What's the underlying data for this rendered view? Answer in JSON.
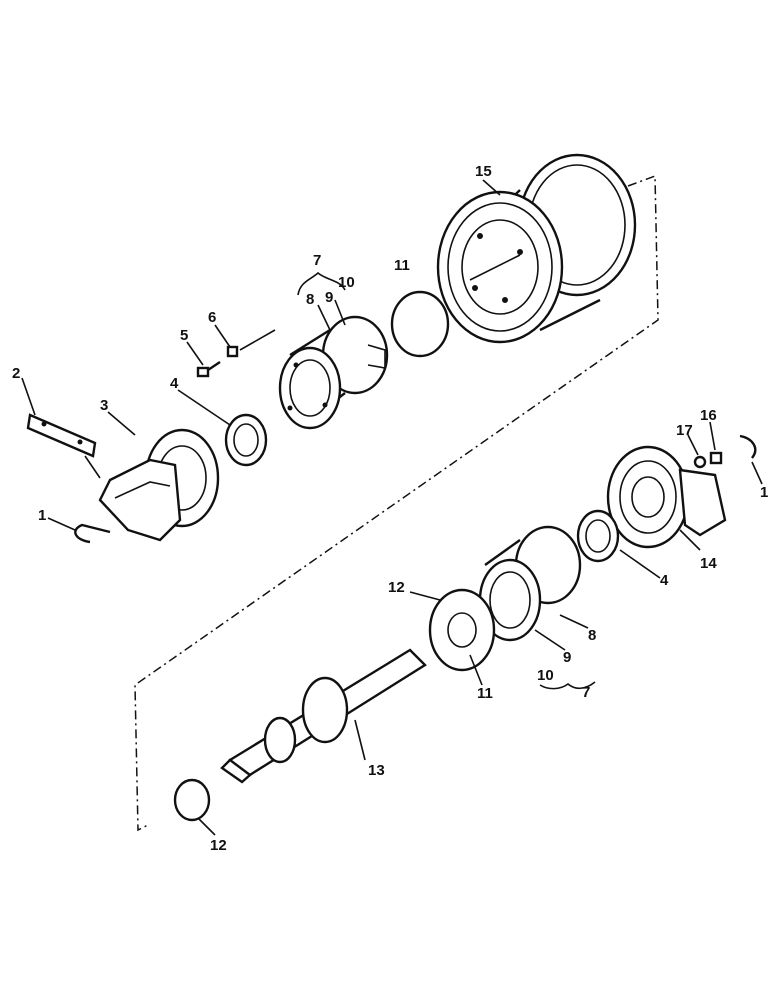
{
  "diagram": {
    "callouts": [
      {
        "id": "c1a",
        "text": "1"
      },
      {
        "id": "c1b",
        "text": "1"
      },
      {
        "id": "c2",
        "text": "2"
      },
      {
        "id": "c3",
        "text": "3"
      },
      {
        "id": "c4a",
        "text": "4"
      },
      {
        "id": "c4b",
        "text": "4"
      },
      {
        "id": "c5",
        "text": "5"
      },
      {
        "id": "c6",
        "text": "6"
      },
      {
        "id": "c7a",
        "text": "7"
      },
      {
        "id": "c7b",
        "text": "7"
      },
      {
        "id": "c8a",
        "text": "8"
      },
      {
        "id": "c8b",
        "text": "8"
      },
      {
        "id": "c9a",
        "text": "9"
      },
      {
        "id": "c9b",
        "text": "9"
      },
      {
        "id": "c10a",
        "text": "10"
      },
      {
        "id": "c10b",
        "text": "10"
      },
      {
        "id": "c11a",
        "text": "11"
      },
      {
        "id": "c11b",
        "text": "11"
      },
      {
        "id": "c12a",
        "text": "12"
      },
      {
        "id": "c12b",
        "text": "12"
      },
      {
        "id": "c13",
        "text": "13"
      },
      {
        "id": "c14",
        "text": "14"
      },
      {
        "id": "c15",
        "text": "15"
      },
      {
        "id": "c16",
        "text": "16"
      },
      {
        "id": "c17",
        "text": "17"
      }
    ]
  }
}
